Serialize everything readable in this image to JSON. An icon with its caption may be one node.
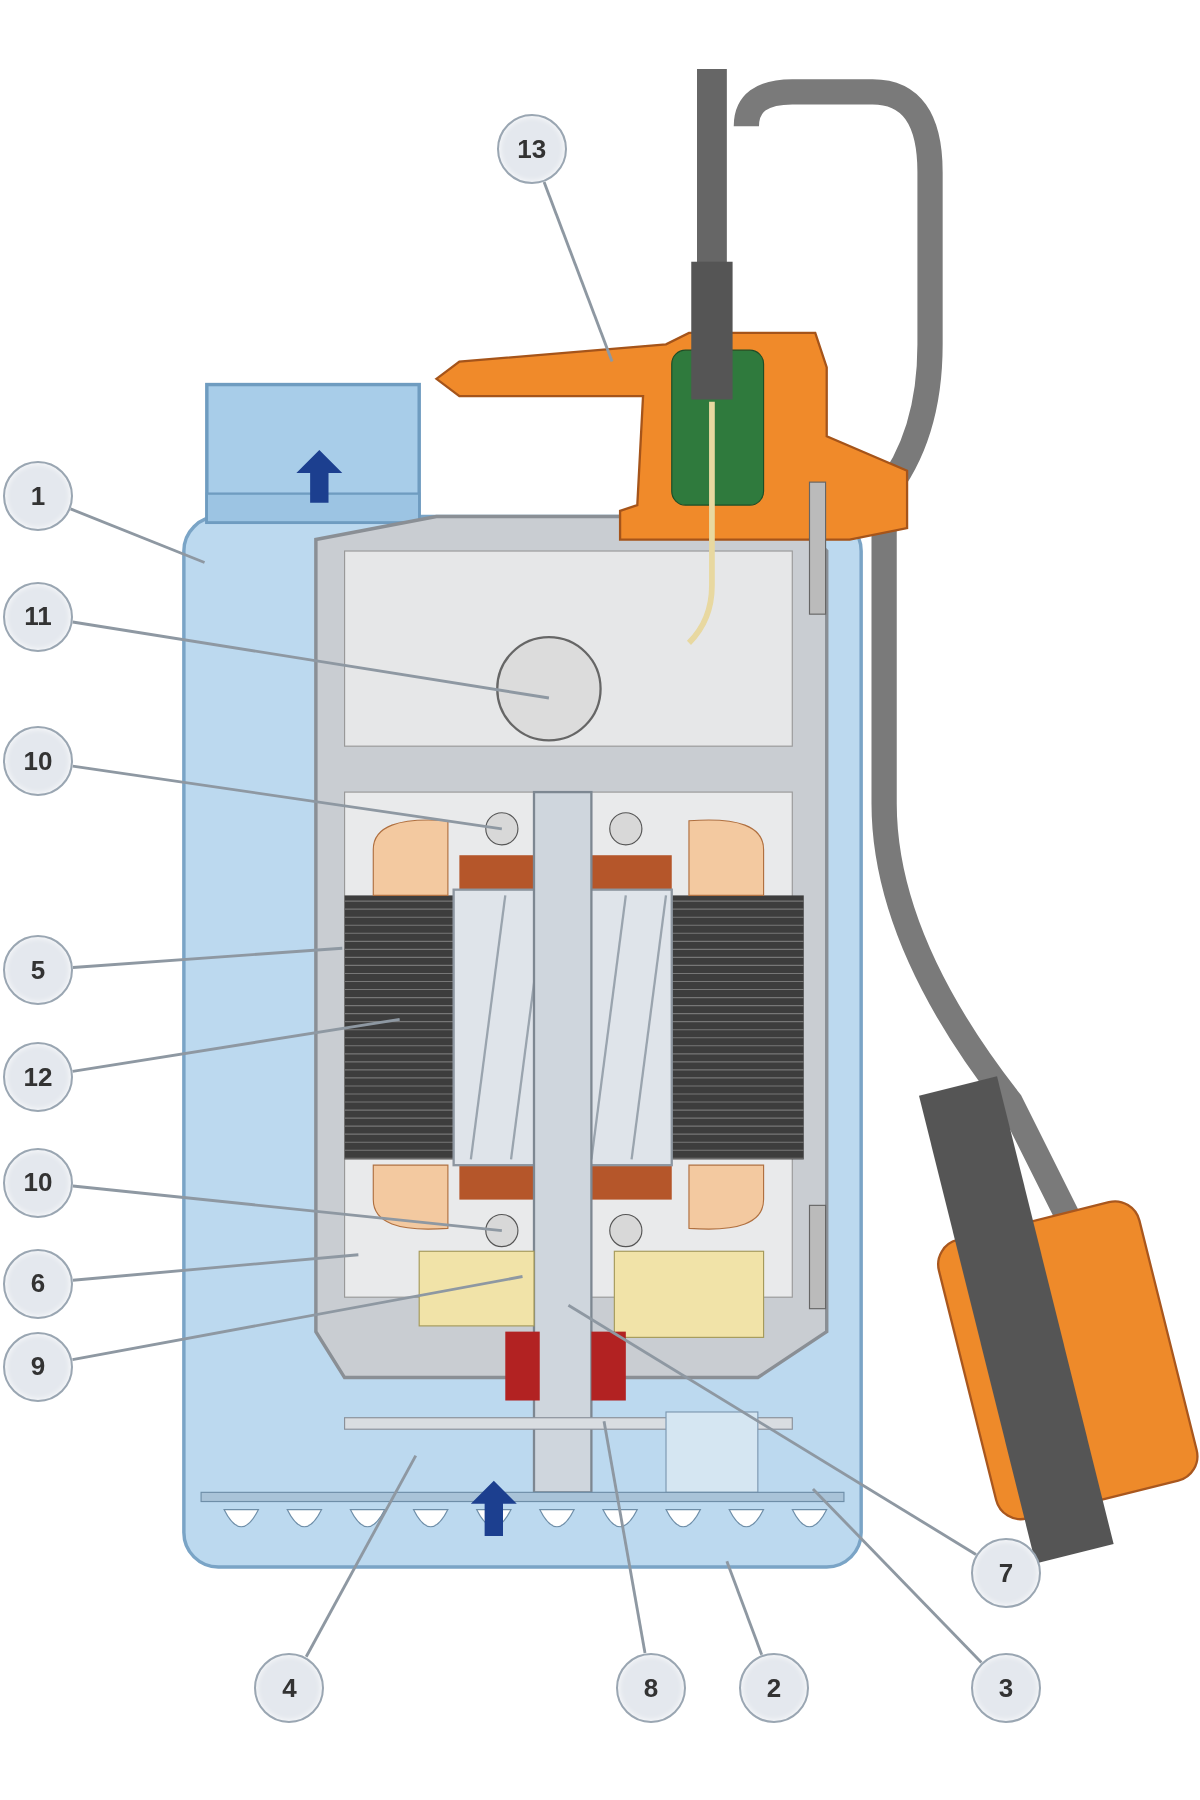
{
  "diagram": {
    "nodes": [
      {
        "text": [
          "13"
        ]
      },
      {
        "text": [
          "1"
        ]
      },
      {
        "text": [
          "11"
        ]
      },
      {
        "text": [
          "10"
        ]
      },
      {
        "text": [
          "5"
        ]
      },
      {
        "text": [
          "12"
        ]
      },
      {
        "text": [
          "10"
        ]
      },
      {
        "text": [
          "6"
        ]
      },
      {
        "text": [
          "9"
        ]
      },
      {
        "text": [
          "7"
        ]
      },
      {
        "text": [
          "4"
        ]
      },
      {
        "text": [
          "8"
        ]
      },
      {
        "text": [
          "2"
        ]
      },
      {
        "text": [
          "3"
        ]
      }
    ],
    "edges": [
      {
        "from": 0,
        "to": null,
        "arrow": "none"
      },
      {
        "from": 1,
        "to": null,
        "arrow": "none"
      },
      {
        "from": 2,
        "to": null,
        "arrow": "none"
      },
      {
        "from": 3,
        "to": null,
        "arrow": "none"
      },
      {
        "from": 4,
        "to": null,
        "arrow": "none"
      },
      {
        "from": 5,
        "to": null,
        "arrow": "none"
      },
      {
        "from": 6,
        "to": null,
        "arrow": "none"
      },
      {
        "from": 7,
        "to": null,
        "arrow": "none"
      },
      {
        "from": 8,
        "to": null,
        "arrow": "none"
      },
      {
        "from": 9,
        "to": null,
        "arrow": "none"
      },
      {
        "from": 10,
        "to": null,
        "arrow": "none"
      },
      {
        "from": 11,
        "to": null,
        "arrow": "none"
      },
      {
        "from": 12,
        "to": null,
        "arrow": "none"
      },
      {
        "from": 13,
        "to": null,
        "arrow": "none"
      }
    ]
  }
}
